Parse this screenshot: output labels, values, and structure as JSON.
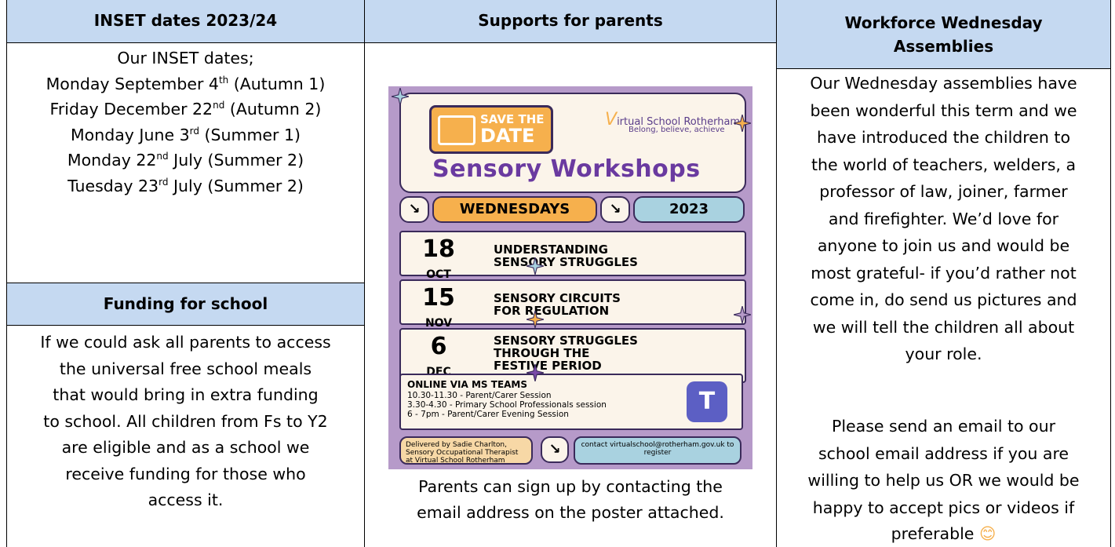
{
  "col1": {
    "header": "INSET dates 2023/24",
    "intro": "Our INSET dates;",
    "dates": [
      {
        "a": "Monday September 4",
        "sup": "th",
        "b": " (Autumn 1)"
      },
      {
        "a": "Friday December 22",
        "sup": "nd",
        "b": " (Autumn 2)"
      },
      {
        "a": "Monday June 3",
        "sup": "rd",
        "b": " (Summer 1)"
      },
      {
        "a": "Monday 22",
        "sup": "nd",
        "b": " July (Summer 2)"
      },
      {
        "a": "Tuesday 23",
        "sup": "rd",
        "b": " July  (Summer 2)"
      }
    ],
    "funding_header": "Funding for school",
    "funding_lines": [
      "If we could ask all parents to access",
      "the universal free school meals",
      "that would bring in extra funding",
      "to school. All children from Fs to Y2",
      "are eligible and as a school we",
      "receive funding for those who",
      "access it."
    ]
  },
  "col2": {
    "header": "Supports for parents",
    "caption_lines": [
      "Parents can sign up by contacting the",
      "email address on the poster attached."
    ],
    "poster": {
      "save1": "SAVE THE",
      "save2": "DATE",
      "org": "irtual School Rotherham",
      "org_v": "V",
      "tagline": "Belong, believe, achieve",
      "title": "Sensory Workshops",
      "arrow": "↘",
      "day": "WEDNESDAYS",
      "year": "2023",
      "sessions": [
        {
          "day": "18",
          "month": "OCT",
          "lines": [
            "UNDERSTANDING",
            "SENSORY STRUGGLES"
          ]
        },
        {
          "day": "15",
          "month": "NOV",
          "lines": [
            "SENSORY CIRCUITS",
            "FOR REGULATION"
          ]
        },
        {
          "day": "6",
          "month": "DEC",
          "lines": [
            "SENSORY STRUGGLES",
            "THROUGH THE",
            "FESTIVE PERIOD"
          ]
        }
      ],
      "online_title": "ONLINE VIA MS TEAMS",
      "online_lines": [
        "10.30-11.30 - Parent/Carer Session",
        "3.30-4.30 - Primary School Professionals session",
        "6 - 7pm - Parent/Carer Evening Session"
      ],
      "teams_letter": "T",
      "delivered": "Delivered by Sadie Charlton, Sensory Occupational Therapist at Virtual School Rotherham",
      "contact": "contact virtualschool@rotherham.gov.uk to register"
    }
  },
  "col3": {
    "header1": "Workforce Wednesday",
    "header2": "Assemblies",
    "para1_lines": [
      "Our Wednesday assemblies have",
      "been wonderful this term and we",
      "have introduced the children to",
      "the world of teachers, welders, a",
      "professor of law, joiner, farmer",
      "and firefighter. We’d love for",
      "anyone to join us and would be",
      "most grateful- if you’d rather not",
      "come in, do send us pictures and",
      "we will tell the children all about",
      "your role."
    ],
    "para2_lines": [
      "Please send an email to our",
      "school email address if you are",
      "willing to help us OR we would be",
      "happy to accept pics or videos if"
    ],
    "last_line": "preferable",
    "emoji": "😊"
  },
  "colors": {
    "header_bg": "#c5d9f1",
    "poster_bg": "#b69ac9",
    "accent": "#f6b04d"
  }
}
